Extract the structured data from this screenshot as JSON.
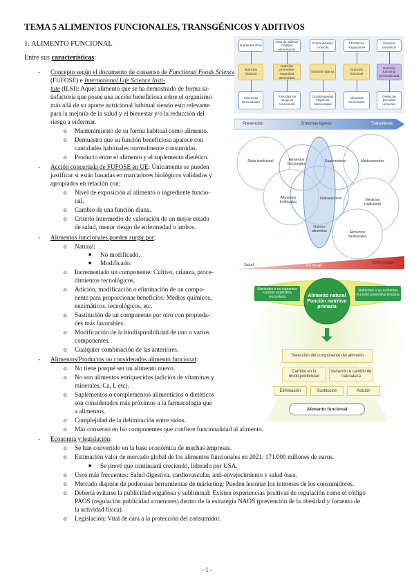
{
  "title": "TEMA 5 ALIMENTOS FUNCIONALES, TRANSGÉNICOS Y ADITIVOS",
  "section": "1. ALIMENTO FUNCIONAL",
  "intro_prefix": "Entre sus ",
  "intro_bold": "características",
  "intro_suffix": ":",
  "blocks": {
    "b1_u": "Concepto según el documento de consenso de ",
    "b1_i1": "Functional Foods Science in Europe",
    "b1_mid": " (FUFOSE) e ",
    "b1_i2": "International Life Science Insti-",
    "b1_l2_i": "tute",
    "b1_l2": " (ILSI): Aquel alimento que se ha demostrado de forma sa-",
    "b1_l3": "tisfactoria que posee una acción beneficiosa sobre el organismo",
    "b1_l4": "más allá de su aporte nutricional habitual siendo esto relevante",
    "b1_l5": "para la mejoría de la salud y el bienestar y/o la reducción del",
    "b1_l6": "riesgo a enfermar.",
    "b1_s1": "Mantenimiento de su forma habitual como alimento.",
    "b1_s2a": "Demuestra que su función beneficiosa aparece con",
    "b1_s2b": "cantidades habituales normalmente consumidas.",
    "b1_s3": "Producto entre el alimento y el suplemento dietético.",
    "b2_u": "Acción concertada de FUFOSE en UE",
    "b2_l1": ": Únicamente se pueden",
    "b2_l2": "justificar si están basadas en marcadores biológicos validados y",
    "b2_l3": "apropiados en relación con:",
    "b2_s1a": "Nivel de exposición al alimento o ingrediente funcio-",
    "b2_s1b": "nal.",
    "b2_s2": "Cambio de una función diana.",
    "b2_s3a": "Criterio intermedio de valoración de un mejor estado",
    "b2_s3b": "de salud, menor riesgo de enfermedad o ambos.",
    "b3_u": "Alimentos funcionales pueden surgir por",
    "b3_colon": ":",
    "b3_s1": "Natural:",
    "b3_s1a": "No modificado.",
    "b3_s1b": "Modificado.",
    "b3_s2a": "Incrementado un componente: Cultivo, crianza, proce-",
    "b3_s2b": "dimientos tecnológicos.",
    "b3_s3a": "Adición, modificación o eliminación de un compo-",
    "b3_s3b": "nente para proporcionar beneficios: Medios químicos,",
    "b3_s3c": "enzimáticos, tecnológicos, etc.",
    "b3_s4a": "Sustitución de un componente por otro con propieda-",
    "b3_s4b": "des más favorables.",
    "b3_s5a": "Modificación de la biodisponibilidad de uno o varios",
    "b3_s5b": "componentes.",
    "b3_s6": "Cualquier combinación de las anteriores.",
    "b4_u": "Alimentos/Productos no considerados alimento funcional",
    "b4_colon": ":",
    "b4_s1": "No tiene porqué ser un alimento nuevo.",
    "b4_s2a": "No son alimentos enriquecidos (adición de vitaminas y",
    "b4_s2b": "minerales, Ca, I, etc).",
    "b4_s3a": "Suplementos o complementos alimenticios o dietéticos",
    "b4_s3b": "son considerados más próximos a la farmacología que",
    "b4_s3c": "a alimentos.",
    "b4_s4": "Complejidad de la delimitación entre todos.",
    "b4_s5": "Más consenso en lso componentes que confiere funcionalidad al alimento.",
    "b5_u": "Economía y legislación",
    "b5_colon": ":",
    "b5_s1": "Se han convertido en la base económica de muchas empresas.",
    "b5_s2": "Estimación valor de mercado global de los alimentos funcionales en 2021: 171.000 millones de euros.",
    "b5_s2a": "Se prevé que continuará creciendo, liderado por USA.",
    "b5_s3": "Usos más frecuentes: Salud digestiva, cardiovascular, anti-envejecimiento y salud ósea.",
    "b5_s4": "Mercado dispone de poderosas herramientas de márketing: Pueden lesionar los intereses de los consumidores.",
    "b5_s5a": "Debería evitarse la publicidad engañosa y subliminal: Existen experiencias positivas de regulación como el código",
    "b5_s5b": "PAOS (regulación publicidad a menores) dentro de la estrategia NAOS (prevención de la obesidad y fomento de",
    "b5_s5c": "la actividad física).",
    "b5_s6": "Legislación: Vital de cara a la protección del consumidor."
  },
  "fig1": {
    "row1": [
      "Nutrientes RDA",
      "Lista de aditivos Códigos alimentarios",
      "Enfermedades crónicas",
      "FDA/EFSA Alegaciones",
      "Estudios científicos"
    ],
    "row2": [
      "Nutrición (clásica)",
      "Nutrición preventiva Seguridad alimentaria",
      "Nutrición óptima",
      "Nutrición funcional",
      "Nutrición funcional personalizada"
    ],
    "row3": [
      "Carencias Necesidades",
      "Toxicidad sin riesgo al consumidor",
      "Guías/Ingestas Objetivos nutricionales",
      "Alimentos funcionales",
      "Dietas de precisión «ómicas»"
    ],
    "band_labels": [
      "Prevención",
      "Síntomas ligeros",
      "Tratamiento"
    ]
  },
  "venn": {
    "labels": [
      "Dieta tradicional",
      "Alimentos funcionales",
      "Suplementos",
      "Medicamentos",
      "Nutracéuticos",
      "Alimentos fortificados",
      "Medicina tradicional",
      "Nuevos alimentos",
      "Alimentos medicinales"
    ],
    "bottom_labels": [
      "Salud",
      "En riesgo",
      "Enfermedad"
    ]
  },
  "fig3": {
    "center": "Alimento natural Función nutritiva primaria",
    "left": "Nutrientes o no nutrientes Función específica secundaria",
    "right": "Nutrientes o no nutrientes Función preventiva terciaria",
    "select": "Selección del componente del alimento",
    "change1": "Cambio en la biodisponibilidad",
    "change2": "Variación o cambio de naturaleza",
    "ops": [
      "Eliminación",
      "Sustitución",
      "Adición"
    ],
    "result": "Alimento funcional"
  },
  "page_number": "- 1 -"
}
